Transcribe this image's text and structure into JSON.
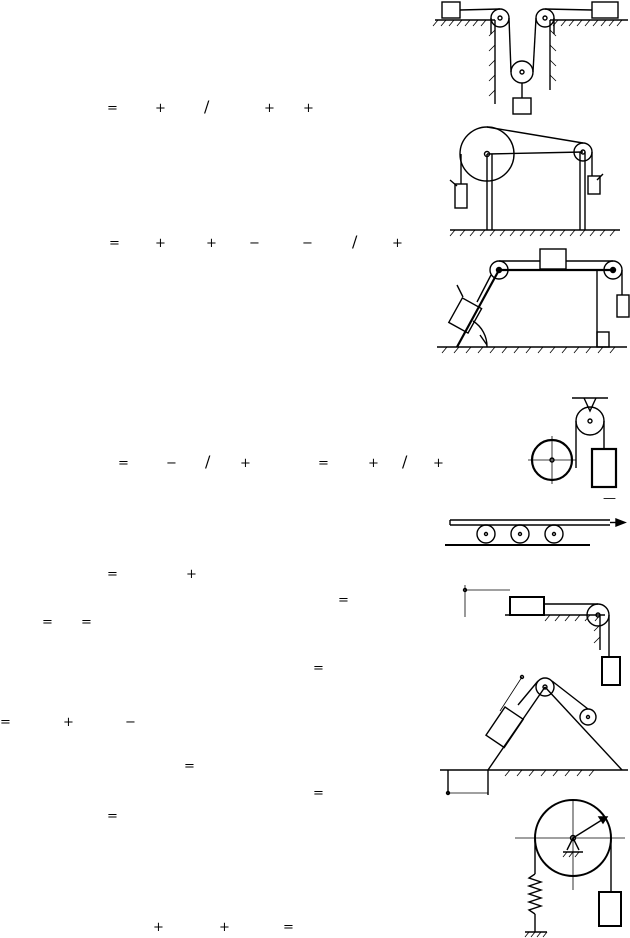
{
  "equations": {
    "line1": [
      "=",
      "+",
      "/",
      "+",
      "+"
    ],
    "line2": [
      "=",
      "+",
      "+",
      "−",
      "−",
      "/",
      "+"
    ],
    "line3": [
      "=",
      "−",
      "/",
      "+",
      "=",
      "+",
      "/",
      "+"
    ],
    "line3_extra": "—",
    "line4": [
      "=",
      "+"
    ],
    "line5": [
      "=",
      "=",
      "="
    ],
    "line6": [
      "="
    ],
    "line7": [
      "=",
      "+",
      "−"
    ],
    "line8": [
      "=",
      "="
    ],
    "line9": [
      "="
    ],
    "line10": [
      "+",
      "+",
      "="
    ]
  },
  "figures": [
    "pulley-system",
    "flywheel-belt-frame",
    "inclined-block-pulley",
    "disk-and-weight",
    "rollers-plank",
    "table-block-pulley",
    "triangle-wedge-pulley",
    "spring-wheel-weight"
  ]
}
